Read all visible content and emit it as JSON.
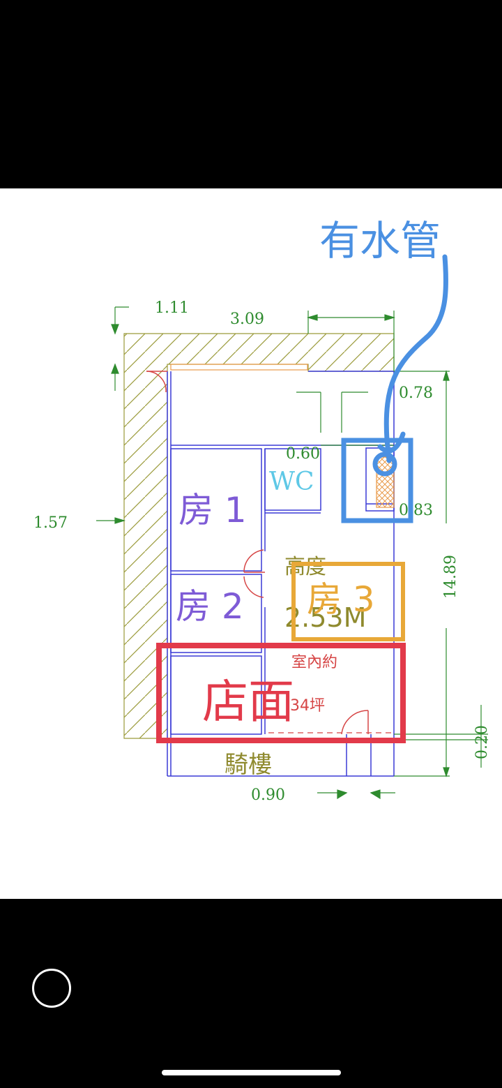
{
  "plan": {
    "dimensions": {
      "d_1_11": "1.11",
      "d_3_09": "3.09",
      "d_0_78": "0.78",
      "d_0_60": "0.60",
      "d_0_83": "0.83",
      "d_1_57": "1.57",
      "d_14_89": "14.89",
      "d_0_20": "0.20",
      "d_0_90": "0.90"
    },
    "labels": {
      "wc": "WC",
      "height_line1": "高度",
      "height_line2": "2.53M",
      "area_line1": "室內約",
      "area_line2": "34坪",
      "arcade": "騎樓"
    },
    "annotations": {
      "water_pipe": "有水管",
      "room1": "房 1",
      "room2": "房 2",
      "room3": "房 3",
      "storefront": "店面"
    }
  },
  "colors": {
    "hatch": "#9a9a3a",
    "wall_blue": "#3a3ad6",
    "dimension_green": "#2e8b2e",
    "annotation_blue": "#4a90e2",
    "annotation_red": "#e23a4a",
    "annotation_orange": "#e8a838",
    "annotation_purple": "#7e5bd6"
  },
  "navigation": {
    "home_button_icon": "circle-home-icon",
    "home_indicator": "home-indicator-bar"
  }
}
